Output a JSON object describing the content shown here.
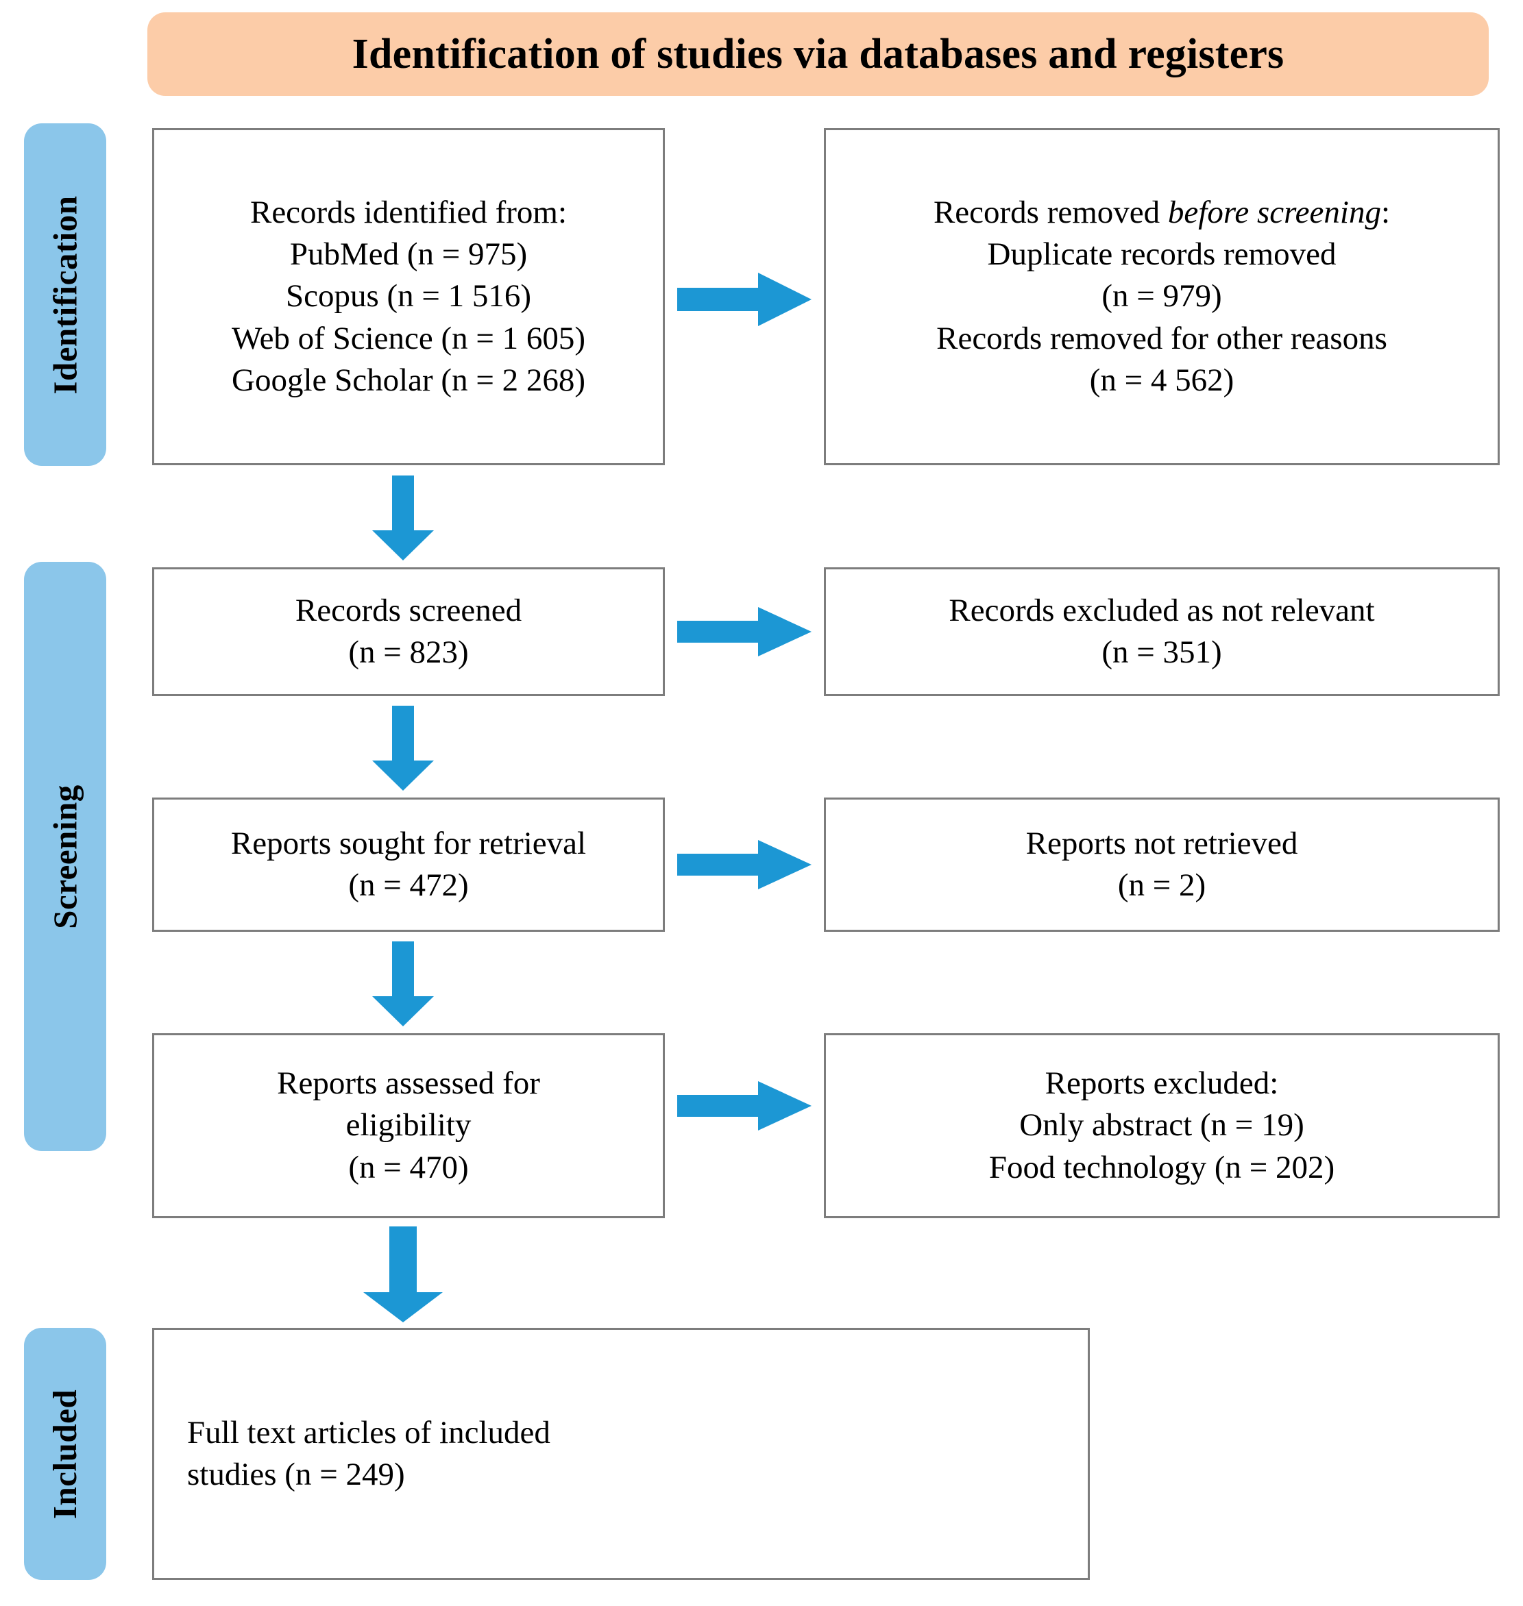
{
  "header": {
    "title": "Identification of studies via databases and registers",
    "background_color": "#FCCCA8"
  },
  "theme": {
    "stage_color": "#8BC6EA",
    "arrow_color": "#1C97D4",
    "box_border_color": "#7d7d7d",
    "page_background": "#FFFFFF"
  },
  "stages": [
    {
      "key": "identification",
      "label": "Identification"
    },
    {
      "key": "screening",
      "label": "Screening"
    },
    {
      "key": "included",
      "label": "Included"
    }
  ],
  "boxes": {
    "identified": {
      "lines": [
        "Records identified from:",
        "PubMed (n = 975)",
        "Scopus (n = 1 516)",
        "Web of Science (n = 1 605)",
        "Google Scholar (n = 2 268)"
      ]
    },
    "removed_before_screening": {
      "line1_plain": "Records removed ",
      "line1_italic": "before screening",
      "line1_tail": ":",
      "lines": [
        "Duplicate records removed",
        "(n = 979)",
        "Records removed for other reasons",
        "(n = 4 562)"
      ]
    },
    "records_screened": {
      "lines": [
        "Records screened",
        "(n = 823)"
      ]
    },
    "records_excluded": {
      "lines": [
        "Records excluded as not relevant",
        "(n = 351)"
      ]
    },
    "reports_sought": {
      "lines": [
        "Reports sought for retrieval",
        "(n = 472)"
      ]
    },
    "reports_not_retrieved": {
      "lines": [
        "Reports not retrieved",
        "(n = 2)"
      ]
    },
    "reports_assessed": {
      "lines": [
        "Reports assessed for",
        "eligibility",
        "(n = 470)"
      ]
    },
    "reports_excluded": {
      "lines": [
        "Reports excluded:",
        "Only abstract (n = 19)",
        "Food technology (n = 202)"
      ]
    },
    "included_studies": {
      "lines": [
        "Full text articles of included",
        "studies (n = 249)"
      ]
    }
  },
  "chart_data": {
    "type": "diagram",
    "title": "Identification of studies via databases and registers",
    "flow": [
      {
        "stage": "Identification",
        "node": "Records identified from databases",
        "sources": [
          {
            "name": "PubMed",
            "n": 975
          },
          {
            "name": "Scopus",
            "n": 1516
          },
          {
            "name": "Web of Science",
            "n": 1605
          },
          {
            "name": "Google Scholar",
            "n": 2268
          }
        ]
      },
      {
        "stage": "Identification",
        "node": "Records removed before screening",
        "items": [
          {
            "reason": "Duplicate records removed",
            "n": 979
          },
          {
            "reason": "Records removed for other reasons",
            "n": 4562
          }
        ]
      },
      {
        "stage": "Screening",
        "node": "Records screened",
        "n": 823
      },
      {
        "stage": "Screening",
        "node": "Records excluded as not relevant",
        "n": 351
      },
      {
        "stage": "Screening",
        "node": "Reports sought for retrieval",
        "n": 472
      },
      {
        "stage": "Screening",
        "node": "Reports not retrieved",
        "n": 2
      },
      {
        "stage": "Screening",
        "node": "Reports assessed for eligibility",
        "n": 470
      },
      {
        "stage": "Screening",
        "node": "Reports excluded",
        "items": [
          {
            "reason": "Only abstract",
            "n": 19
          },
          {
            "reason": "Food technology",
            "n": 202
          }
        ]
      },
      {
        "stage": "Included",
        "node": "Full text articles of included studies",
        "n": 249
      }
    ]
  }
}
